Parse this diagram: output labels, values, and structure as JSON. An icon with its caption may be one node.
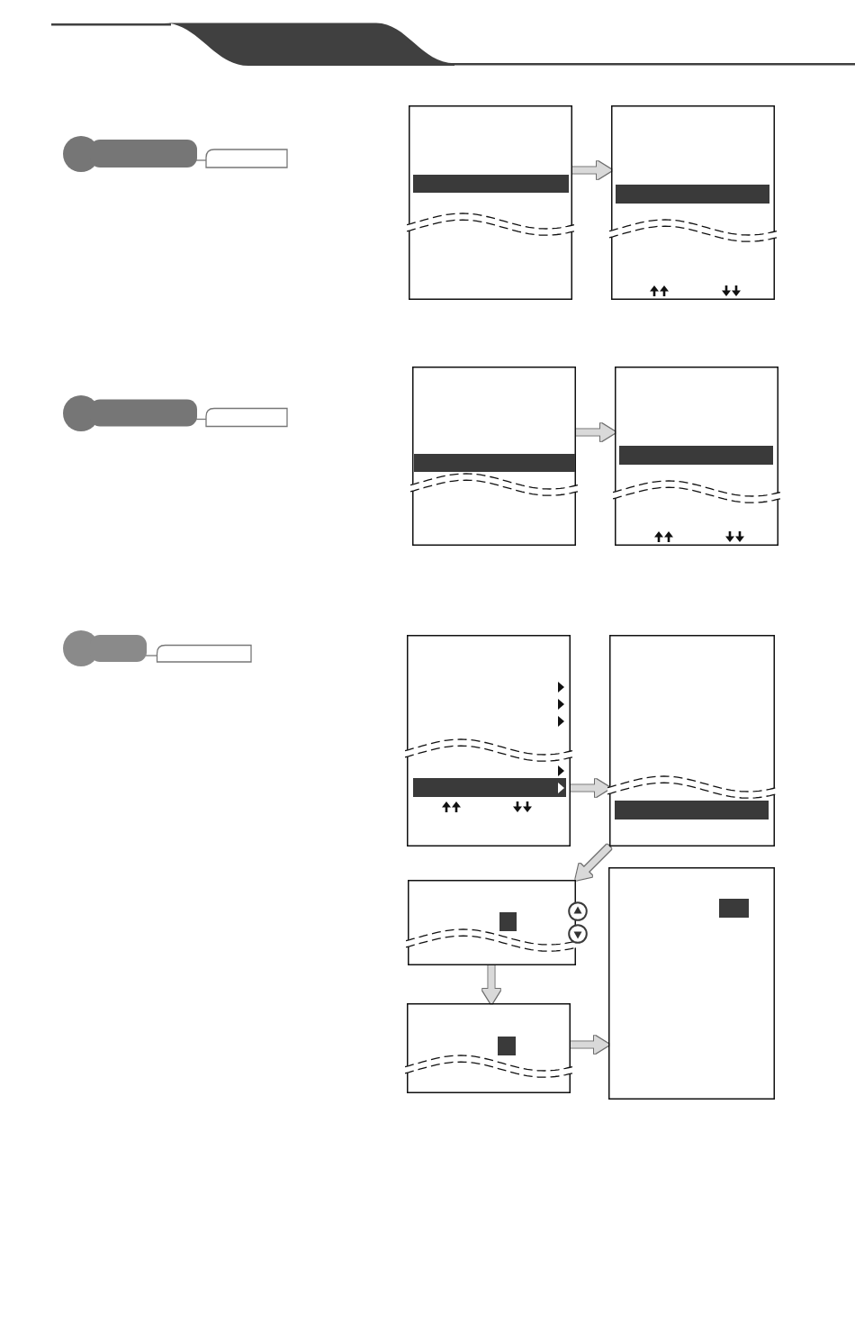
{
  "diagram": {
    "nodes": [
      {
        "text": [],
        "shape": "box"
      },
      {
        "text": [],
        "shape": "box"
      },
      {
        "text": [],
        "shape": "box"
      },
      {
        "text": [],
        "shape": "box"
      },
      {
        "text": [],
        "shape": "box"
      },
      {
        "text": [],
        "shape": "box"
      },
      {
        "text": [],
        "shape": "box"
      },
      {
        "text": [],
        "shape": "box"
      },
      {
        "text": [],
        "shape": "box"
      }
    ],
    "edges": [
      {
        "from": 0,
        "to": 1,
        "arrow": "to"
      },
      {
        "from": 2,
        "to": 3,
        "arrow": "to"
      },
      {
        "from": 4,
        "to": 5,
        "arrow": "to"
      },
      {
        "from": 5,
        "to": 6,
        "arrow": "to"
      },
      {
        "from": 6,
        "to": 8,
        "arrow": "to"
      },
      {
        "from": 8,
        "to": 7,
        "arrow": "to"
      }
    ]
  }
}
